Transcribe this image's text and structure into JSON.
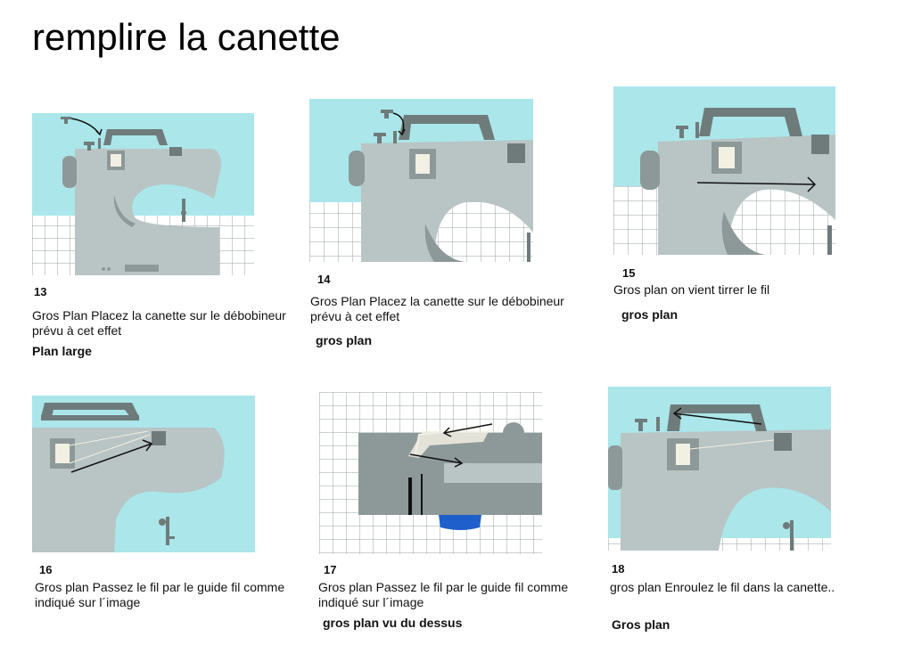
{
  "title": "remplire la canette",
  "panels": [
    {
      "num": "13",
      "desc": "Gros Plan Placez la canette sur le débobineur\n prévu à cet effet",
      "shot": "Plan large"
    },
    {
      "num": "14",
      "desc": "Gros Plan Placez la canette sur le débobineur\n prévu à cet effet",
      "shot": "gros plan"
    },
    {
      "num": "15",
      "desc": "Gros plan on vient tirrer le fil",
      "shot": "gros plan"
    },
    {
      "num": "16",
      "desc": "Gros plan Passez le fil par le guide fil comme\n indiqué sur l´image",
      "shot": ""
    },
    {
      "num": "17",
      "desc": "Gros plan Passez le fil par le guide fil comme\n indiqué sur l´image",
      "shot": "gros plan vu du dessus"
    },
    {
      "num": "18",
      "desc": "gros plan Enroulez le fil dans la canette..",
      "shot": "Gros plan"
    }
  ],
  "colors": {
    "sky": "#aae6ea",
    "machine": "#b9c4c4",
    "machine_dark": "#8d9999",
    "handle": "#6f7b7b",
    "spool": "#f2efe3",
    "grid": "#9aa3a3",
    "blue": "#1f5fcc"
  }
}
